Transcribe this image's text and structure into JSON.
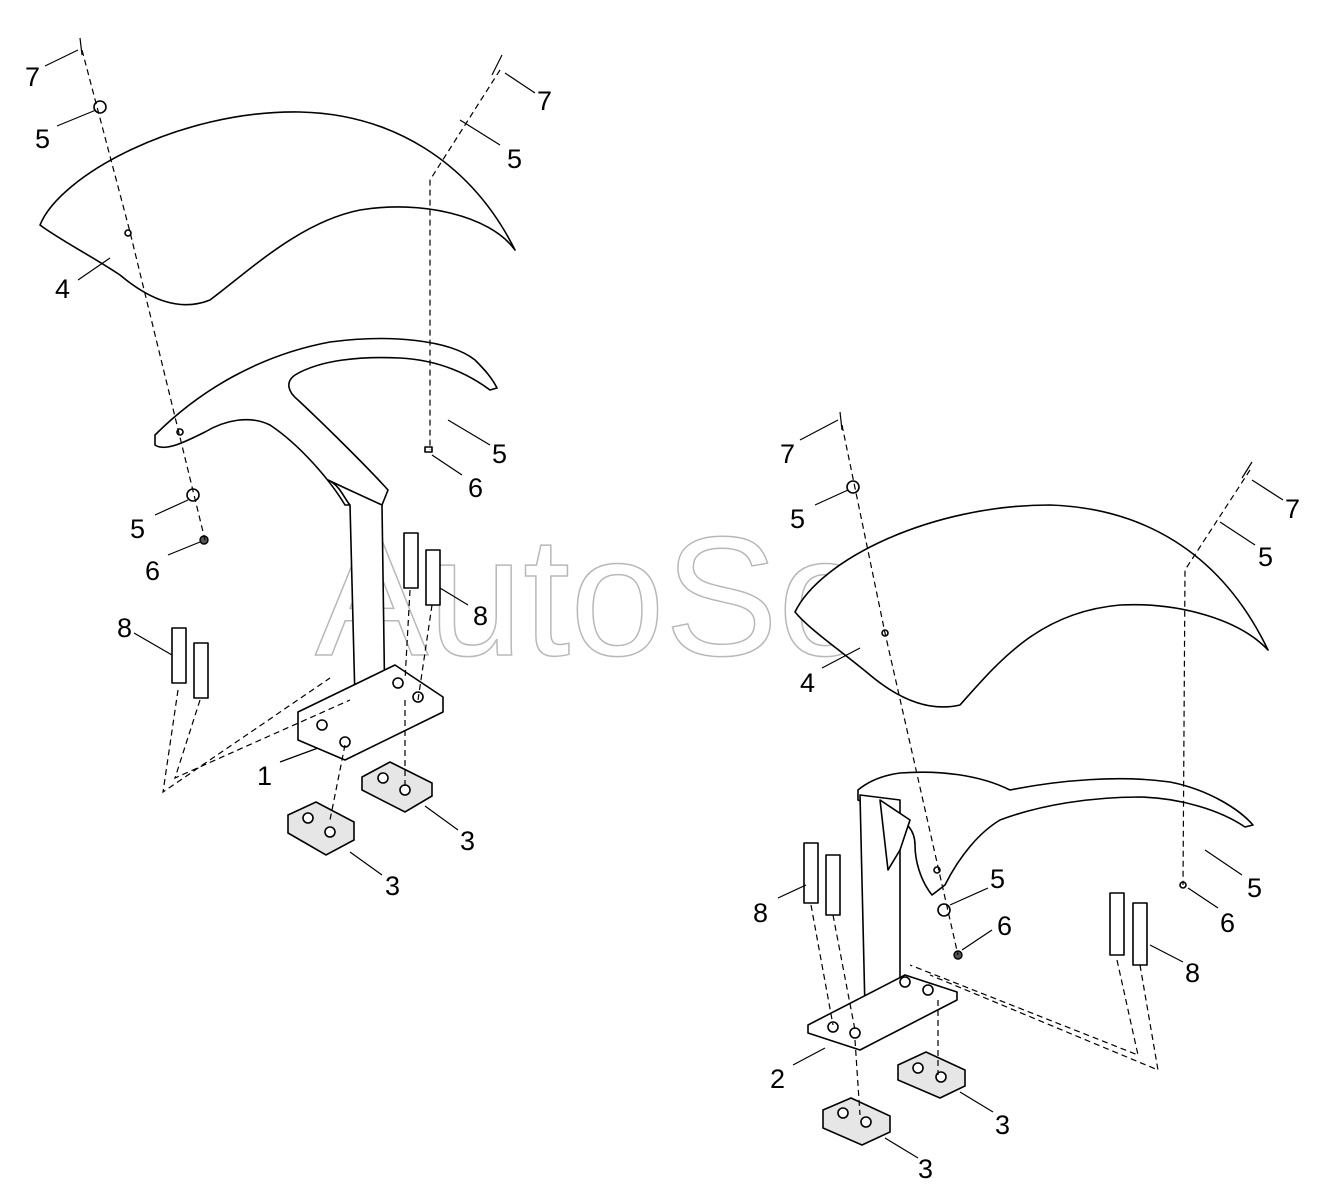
{
  "watermark": "AutoSoft",
  "callouts": {
    "c1": "7",
    "c2": "5",
    "c3": "7",
    "c4": "5",
    "c5": "4",
    "c6": "5",
    "c7": "6",
    "c8": "5",
    "c9": "6",
    "c10": "8",
    "c11": "8",
    "c12": "1",
    "c13": "3",
    "c14": "3",
    "c15": "7",
    "c16": "5",
    "c17": "7",
    "c18": "5",
    "c19": "4",
    "c20": "5",
    "c21": "6",
    "c22": "8",
    "c23": "5",
    "c24": "6",
    "c25": "8",
    "c26": "2",
    "c27": "3",
    "c28": "3"
  }
}
